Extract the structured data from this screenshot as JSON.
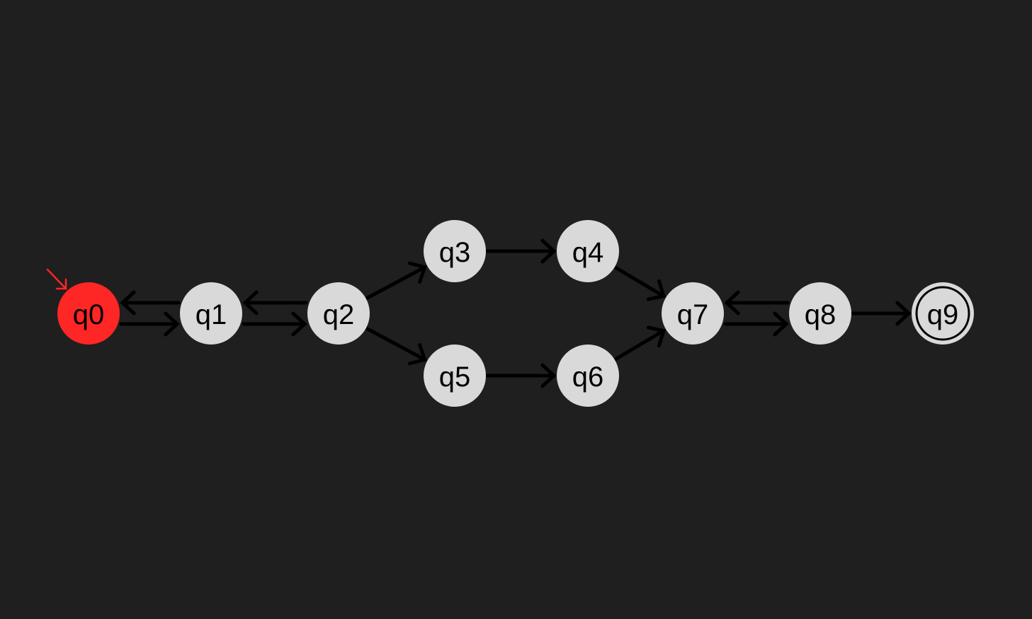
{
  "colors": {
    "background": "#1f1f1f",
    "state_fill": "#d9d9d9",
    "start_state_fill": "#ff2626",
    "start_arrow": "#ff2626",
    "edge": "#000000",
    "label": "#000000"
  },
  "automaton": {
    "start_state": "q0",
    "accept_states": [
      "q9"
    ],
    "states": [
      {
        "id": "q0",
        "label": "q0"
      },
      {
        "id": "q1",
        "label": "q1"
      },
      {
        "id": "q2",
        "label": "q2"
      },
      {
        "id": "q3",
        "label": "q3"
      },
      {
        "id": "q4",
        "label": "q4"
      },
      {
        "id": "q5",
        "label": "q5"
      },
      {
        "id": "q6",
        "label": "q6"
      },
      {
        "id": "q7",
        "label": "q7"
      },
      {
        "id": "q8",
        "label": "q8"
      },
      {
        "id": "q9",
        "label": "q9"
      }
    ],
    "transitions": [
      {
        "from": "q0",
        "to": "q1"
      },
      {
        "from": "q1",
        "to": "q0"
      },
      {
        "from": "q1",
        "to": "q2"
      },
      {
        "from": "q2",
        "to": "q1"
      },
      {
        "from": "q2",
        "to": "q3"
      },
      {
        "from": "q2",
        "to": "q5"
      },
      {
        "from": "q3",
        "to": "q4"
      },
      {
        "from": "q5",
        "to": "q6"
      },
      {
        "from": "q4",
        "to": "q7"
      },
      {
        "from": "q6",
        "to": "q7"
      },
      {
        "from": "q7",
        "to": "q8"
      },
      {
        "from": "q8",
        "to": "q7"
      },
      {
        "from": "q8",
        "to": "q9"
      }
    ]
  }
}
